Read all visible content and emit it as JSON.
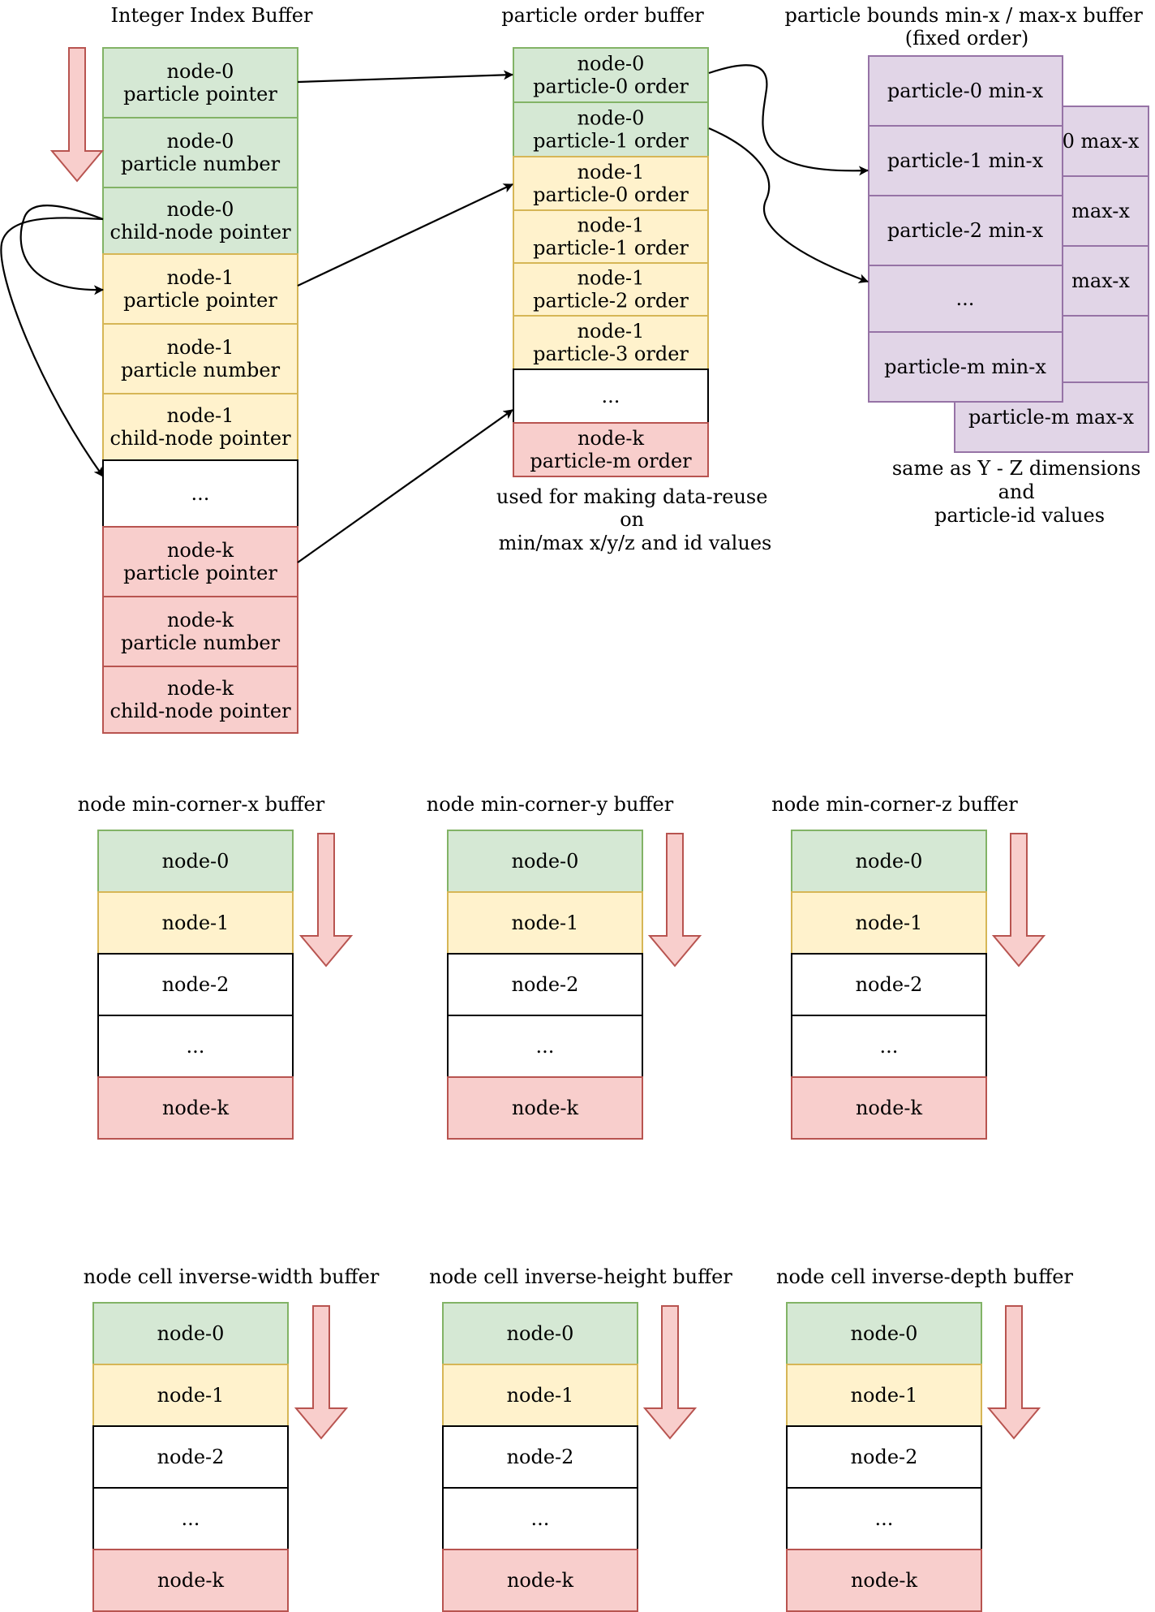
{
  "integer_index_buffer": {
    "title": "Integer Index Buffer",
    "cells": [
      {
        "lines": [
          "node-0",
          "particle pointer"
        ],
        "color": "green"
      },
      {
        "lines": [
          "node-0",
          "particle number"
        ],
        "color": "green"
      },
      {
        "lines": [
          "node-0",
          "child-node pointer"
        ],
        "color": "green"
      },
      {
        "lines": [
          "node-1",
          "particle pointer"
        ],
        "color": "yellow"
      },
      {
        "lines": [
          "node-1",
          "particle number"
        ],
        "color": "yellow"
      },
      {
        "lines": [
          "node-1",
          "child-node pointer"
        ],
        "color": "yellow"
      },
      {
        "lines": [
          "..."
        ],
        "color": "white"
      },
      {
        "lines": [
          "node-k",
          "particle pointer"
        ],
        "color": "red"
      },
      {
        "lines": [
          "node-k",
          "particle number"
        ],
        "color": "red"
      },
      {
        "lines": [
          "node-k",
          "child-node pointer"
        ],
        "color": "red"
      }
    ]
  },
  "particle_order_buffer": {
    "title": "particle order buffer",
    "cells": [
      {
        "lines": [
          "node-0",
          "particle-0 order"
        ],
        "color": "green"
      },
      {
        "lines": [
          "node-0",
          "particle-1 order"
        ],
        "color": "green"
      },
      {
        "lines": [
          "node-1",
          "particle-0 order"
        ],
        "color": "yellow"
      },
      {
        "lines": [
          "node-1",
          "particle-1 order"
        ],
        "color": "yellow"
      },
      {
        "lines": [
          "node-1",
          "particle-2 order"
        ],
        "color": "yellow"
      },
      {
        "lines": [
          "node-1",
          "particle-3 order"
        ],
        "color": "yellow"
      },
      {
        "lines": [
          "..."
        ],
        "color": "white"
      },
      {
        "lines": [
          "node-k",
          "particle-m order"
        ],
        "color": "red"
      }
    ],
    "note": [
      "used for making data-reuse",
      "on",
      "min/max x/y/z and id values"
    ]
  },
  "particle_bounds_buffer": {
    "title": [
      "particle bounds min-x / max-x buffer",
      "(fixed order)"
    ],
    "min_cells": [
      "particle-0 min-x",
      "particle-1 min-x",
      "particle-2 min-x",
      "...",
      "particle-m min-x"
    ],
    "max_cells": [
      "0 max-x",
      "max-x",
      "max-x",
      "",
      "particle-m max-x"
    ],
    "note": [
      "same as Y - Z dimensions",
      "and",
      "particle-id values"
    ]
  },
  "node_buffers_row_1": [
    {
      "title": "node min-corner-x buffer",
      "cells": [
        "node-0",
        "node-1",
        "node-2",
        "...",
        "node-k"
      ]
    },
    {
      "title": "node min-corner-y buffer",
      "cells": [
        "node-0",
        "node-1",
        "node-2",
        "...",
        "node-k"
      ]
    },
    {
      "title": "node min-corner-z buffer",
      "cells": [
        "node-0",
        "node-1",
        "node-2",
        "...",
        "node-k"
      ]
    }
  ],
  "node_buffers_row_2": [
    {
      "title": "node cell inverse-width buffer",
      "cells": [
        "node-0",
        "node-1",
        "node-2",
        "...",
        "node-k"
      ]
    },
    {
      "title": "node cell inverse-height buffer",
      "cells": [
        "node-0",
        "node-1",
        "node-2",
        "...",
        "node-k"
      ]
    },
    {
      "title": "node cell inverse-depth buffer",
      "cells": [
        "node-0",
        "node-1",
        "node-2",
        "...",
        "node-k"
      ]
    }
  ],
  "colors": {
    "green_fill": "#d5e8d4",
    "green_stroke": "#82b366",
    "yellow_fill": "#fff2cc",
    "yellow_stroke": "#d6b656",
    "red_fill": "#f8cecc",
    "red_stroke": "#b85450",
    "purple_fill": "#e1d5e7",
    "purple_stroke": "#9673a6",
    "white_fill": "#ffffff",
    "white_stroke": "#000000"
  }
}
